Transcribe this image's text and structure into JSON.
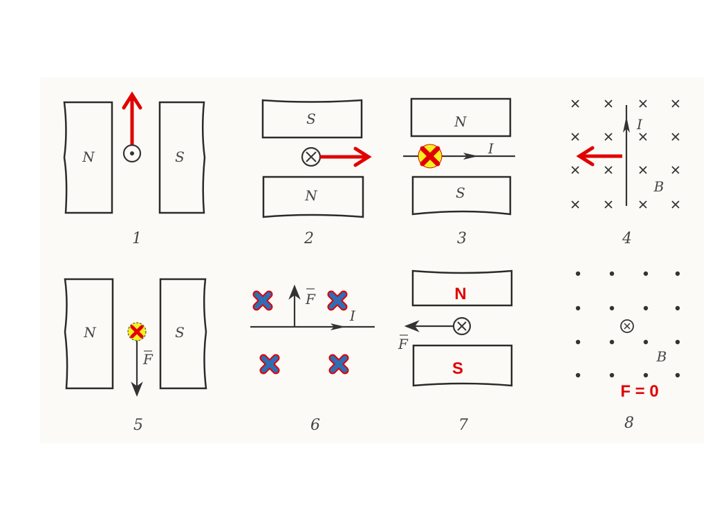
{
  "figures": [
    {
      "number": "1",
      "left_pole": "N",
      "right_pole": "S",
      "current": "out-of-page",
      "force": "up"
    },
    {
      "number": "2",
      "top_pole": "S",
      "bottom_pole": "N",
      "current": "into-page",
      "force": "right"
    },
    {
      "number": "3",
      "top_pole": "N",
      "bottom_pole": "S",
      "current_label": "I",
      "answer_marker": "into-page"
    },
    {
      "number": "4",
      "current_label": "I",
      "field_label": "B",
      "field": "into-page",
      "force": "left"
    },
    {
      "number": "5",
      "left_pole": "N",
      "right_pole": "S",
      "force_label": "F",
      "answer_marker": "into-page"
    },
    {
      "number": "6",
      "force_label": "F",
      "current_label": "I",
      "answer_marker": "into-page"
    },
    {
      "number": "7",
      "top_pole": "N",
      "bottom_pole": "S",
      "force_label": "F",
      "current": "into-page"
    },
    {
      "number": "8",
      "field_label": "B",
      "field": "out-of-page",
      "current": "into-page",
      "answer": "F = 0"
    }
  ],
  "colors": {
    "arrow": "#e00000",
    "marker_fill": "#f5f020",
    "marker_x": "#e00000",
    "blue_x": "#2f6db5"
  }
}
